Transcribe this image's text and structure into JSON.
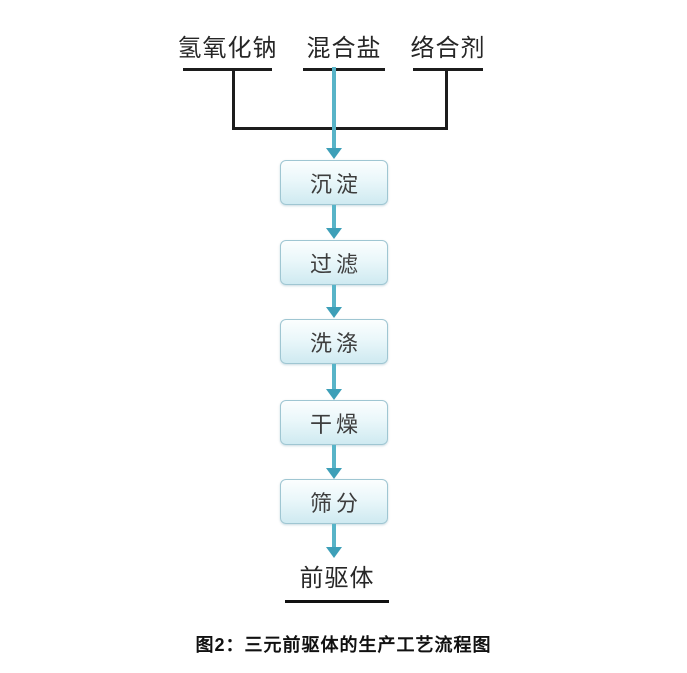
{
  "diagram": {
    "inputs": [
      {
        "label": "氢氧化钠"
      },
      {
        "label": "混合盐"
      },
      {
        "label": "络合剂"
      }
    ],
    "steps": [
      {
        "label": "沉淀"
      },
      {
        "label": "过滤"
      },
      {
        "label": "洗涤"
      },
      {
        "label": "干燥"
      },
      {
        "label": "筛分"
      }
    ],
    "output": {
      "label": "前驱体"
    },
    "caption": "图2：三元前驱体的生产工艺流程图",
    "colors": {
      "arrow_shaft": "#58b4c8",
      "arrow_head": "#3d9fb8",
      "connector_line": "#1c1c1c",
      "box_border": "#9fc6d2",
      "box_fill_top": "#fbfefe",
      "box_fill_bottom": "#cfeaf1",
      "box_text": "#3d3d3d",
      "caption_text": "#111111"
    }
  }
}
